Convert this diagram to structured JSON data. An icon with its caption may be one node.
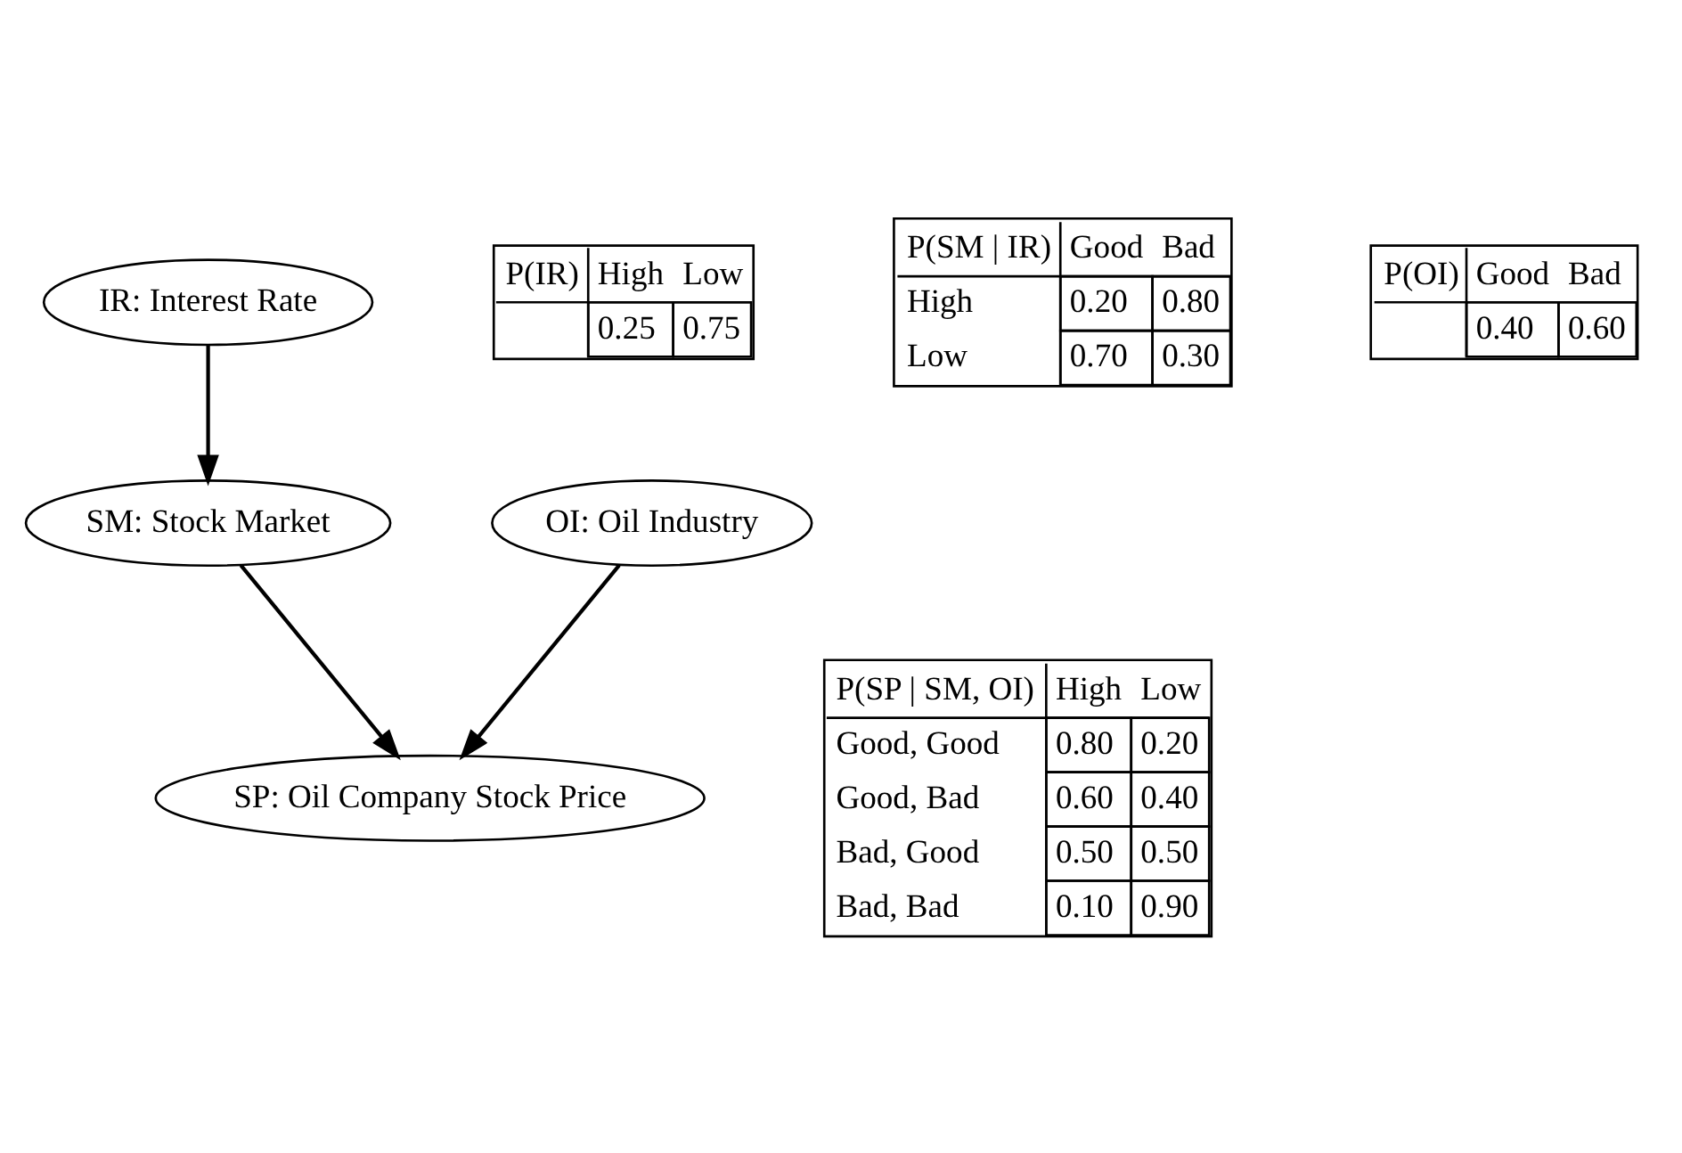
{
  "diagram": {
    "nodes": [
      {
        "text": [
          "IR: Interest Rate"
        ]
      },
      {
        "text": [
          "P(IR)",
          "High",
          "Low",
          "0.25",
          "0.75"
        ]
      },
      {
        "text": [
          "P(SM | IR)",
          "Good",
          "Bad",
          "High",
          "0.20",
          "0.80",
          "Low",
          "0.70",
          "0.30"
        ]
      },
      {
        "text": [
          "SM: Stock Market"
        ]
      },
      {
        "text": [
          "P(OI)",
          "Good",
          "Bad",
          "0.40",
          "0.60"
        ]
      },
      {
        "text": [
          "OI: Oil Industry"
        ]
      },
      {
        "text": [
          "P(SP | SM, OI)",
          "High",
          "Low",
          "Good, Good",
          "0.80",
          "0.20",
          "Good, Bad",
          "0.60",
          "0.40",
          "Bad, Good",
          "0.50",
          "0.50",
          "Bad, Bad",
          "0.10",
          "0.90"
        ]
      },
      {
        "text": [
          "SP: Oil Company Stock Price"
        ]
      }
    ],
    "edges": [
      {
        "from": 0,
        "to": 3,
        "arrow": "to"
      },
      {
        "from": 3,
        "to": 7,
        "arrow": "to"
      },
      {
        "from": 5,
        "to": 7,
        "arrow": "to"
      }
    ]
  }
}
